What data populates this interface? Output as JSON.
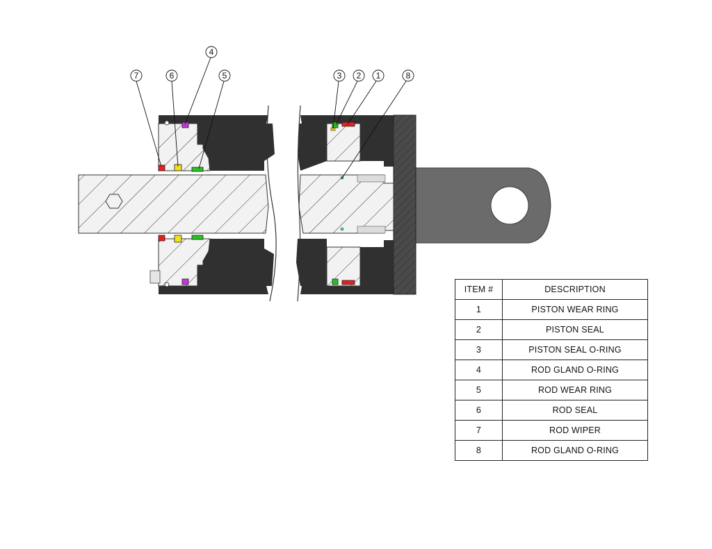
{
  "colors": {
    "body_dark": "#303030",
    "body_mid": "#555555",
    "clevis": "#6b6b6b",
    "part_light": "#f2f2f2",
    "hatch": "#333333",
    "seal_red": "#e8201c",
    "seal_yellow": "#f2e21a",
    "seal_green": "#27c320",
    "seal_magenta": "#c238d8",
    "seal_cyan": "#3fd6e0"
  },
  "balloons": [
    {
      "label": "7",
      "item": "7"
    },
    {
      "label": "6",
      "item": "6"
    },
    {
      "label": "4",
      "item": "4"
    },
    {
      "label": "5",
      "item": "5"
    },
    {
      "label": "3",
      "item": "3"
    },
    {
      "label": "2",
      "item": "2"
    },
    {
      "label": "1",
      "item": "1"
    },
    {
      "label": "8",
      "item": "8"
    }
  ],
  "bom": {
    "headers": {
      "item": "ITEM #",
      "description": "DESCRIPTION"
    },
    "rows": [
      {
        "item": "1",
        "description": "PISTON WEAR RING"
      },
      {
        "item": "2",
        "description": "PISTON SEAL"
      },
      {
        "item": "3",
        "description": "PISTON SEAL O-RING"
      },
      {
        "item": "4",
        "description": "ROD GLAND O-RING"
      },
      {
        "item": "5",
        "description": "ROD WEAR RING"
      },
      {
        "item": "6",
        "description": "ROD SEAL"
      },
      {
        "item": "7",
        "description": "ROD WIPER"
      },
      {
        "item": "8",
        "description": "ROD GLAND O-RING"
      }
    ]
  }
}
